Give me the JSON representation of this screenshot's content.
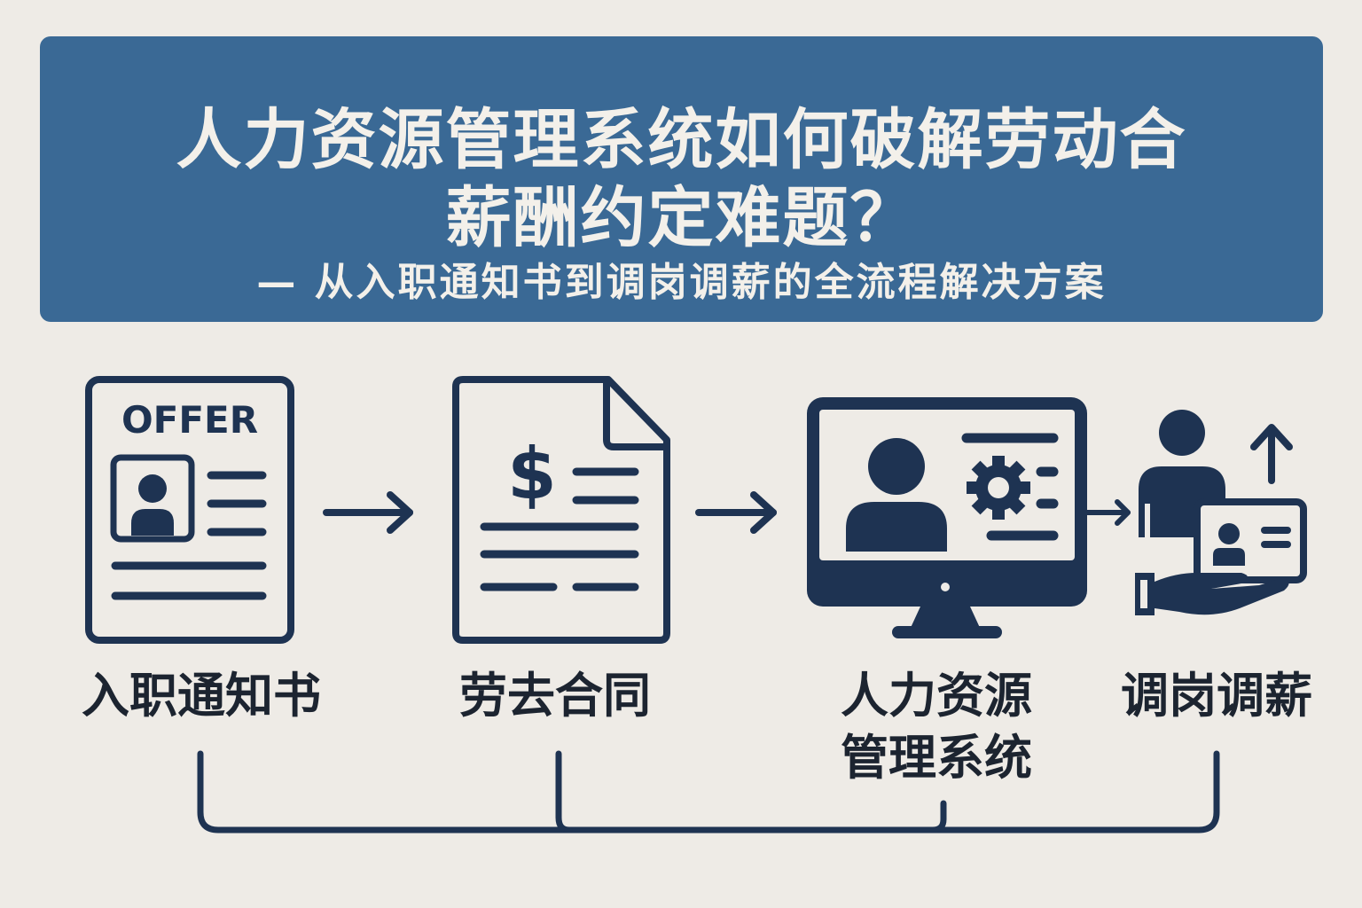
{
  "header": {
    "title_line1": "人力资源管理系统如何破解劳动合",
    "title_line2": "薪酬约定难题？",
    "subtitle": "— 从入职通知书到调岗调薪的全流程解决方案"
  },
  "steps": [
    {
      "label": "入职通知书",
      "icon": "offer-letter-icon",
      "icon_text": "OFFER"
    },
    {
      "label": "劳去合同",
      "icon": "salary-contract-icon",
      "icon_text": "$"
    },
    {
      "label_line1": "人力资源",
      "label_line2": "管理系统",
      "icon": "hr-system-monitor-icon"
    },
    {
      "label": "调岗调薪",
      "icon": "promotion-transfer-icon"
    }
  ],
  "colors": {
    "banner": "#3a6995",
    "background": "#eeebe6",
    "icon": "#1e3352",
    "text": "#1c2430",
    "banner_text": "#f3f0ea"
  }
}
